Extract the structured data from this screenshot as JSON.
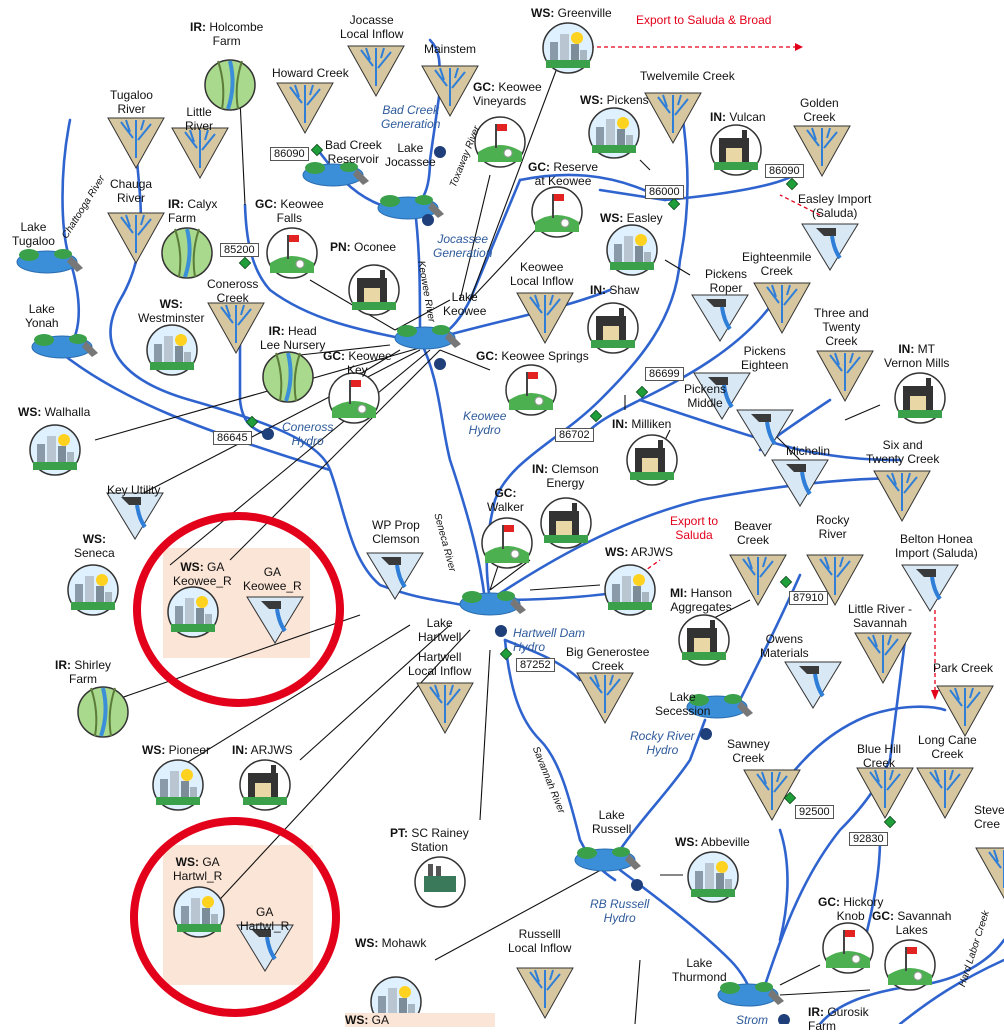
{
  "labels": {
    "ir_holcombe_farm": [
      "IR:",
      " Holcombe\nFarm"
    ],
    "jocasse_local_inflow": "Jocasse\nLocal Inflow",
    "mainstem": "Mainstem",
    "ws_greenville": [
      "WS:",
      " Greenville"
    ],
    "export_saluda_broad": "Export to Saluda & Broad",
    "howard_creek": "Howard Creek",
    "tugaloo_river": "Tugaloo\nRiver",
    "little_river": "Little\nRiver",
    "bad_creek_generation": "Bad Creek\nGeneration",
    "gc_keowee_vineyards": [
      "GC:",
      " Keowee\nVineyards"
    ],
    "ws_pickens": [
      "WS:",
      " Pickens"
    ],
    "twelvemile_creek": "Twelvemile Creek",
    "golden_creek": "Golden\nCreek",
    "in_vulcan": [
      "IN:",
      " Vulcan"
    ],
    "bad_creek_reservoir": "Bad Creek\nReservoir",
    "lake_jocassee": "Lake\nJocassee",
    "chauga_river": "Chauga\nRiver",
    "ir_calyx_farm": [
      "IR:",
      " Calyx\nFarm"
    ],
    "gc_keowee_falls": [
      "GC:",
      " Keowee\nFalls"
    ],
    "gc_reserve_keowee": [
      "GC:",
      " Reserve\nat Keowee"
    ],
    "easley_import": "Easley Import\n(Saluda)",
    "lake_tugaloo": "Lake\nTugaloo",
    "jocassee_generation": "Jocassee\nGeneration",
    "pn_oconee": [
      "PN:",
      " Oconee"
    ],
    "ws_easley": [
      "WS:",
      " Easley"
    ],
    "eighteenmile_creek": "Eighteenmile\nCreek",
    "keowee_local_inflow": "Keowee\nLocal Inflow",
    "coneross_creek": "Coneross\nCreek",
    "pickens_roper": "Pickens\nRoper",
    "lake_yonah": "Lake\nYonah",
    "ws_westminster": [
      "WS:",
      "\nWestminster"
    ],
    "lake_keowee": "Lake\nKeowee",
    "in_shaw": [
      "IN:",
      " Shaw"
    ],
    "three_twenty_creek": "Three and\nTwenty\nCreek",
    "ir_head_lee": [
      "IR:",
      " Head\nLee Nursery"
    ],
    "gc_keowee_key": [
      "GC:",
      " Keowee\nKey"
    ],
    "gc_keowee_springs": [
      "GC:",
      " Keowee Springs"
    ],
    "pickens_eighteen": "Pickens\nEighteen",
    "in_mt_vernon": [
      "IN:",
      " MT\nVernon Mills"
    ],
    "ws_walhalla": [
      "WS:",
      " Walhalla"
    ],
    "pickens_middle": "Pickens\nMiddle",
    "keowee_hydro": "Keowee\nHydro",
    "coneross_hydro": "Coneross\nHydro",
    "in_milliken": [
      "IN:",
      " Milliken"
    ],
    "six_twenty_creek": "Six and\nTwenty Creek",
    "michelin": "Michelin",
    "key_utility": "Key Utility",
    "in_clemson_energy": [
      "IN:",
      " Clemson\nEnergy"
    ],
    "gc_walker": [
      "GC:",
      "\nWalker"
    ],
    "ws_seneca": [
      "WS:",
      "\nSeneca"
    ],
    "wp_prop_clemson": "WP Prop\nClemson",
    "export_saluda": "Export to\nSaluda",
    "beaver_creek": "Beaver\nCreek",
    "rocky_river": "Rocky\nRiver",
    "belton_honea": "Belton Honea\nImport (Saluda)",
    "ws_ga_keowee": [
      "WS:",
      " GA\nKeowee_R"
    ],
    "ga_keowee_r": "GA\nKeowee_R",
    "ws_arjws": [
      "WS:",
      " ARJWS"
    ],
    "mi_hanson": [
      "MI:",
      " Hanson\nAggregates"
    ],
    "little_river_savannah": "Little River -\nSavannah",
    "lake_hartwell": "Lake\nHartwell",
    "hartwell_dam_hydro": "Hartwell Dam\nHydro",
    "owens_materials": "Owens\nMaterials",
    "ir_shirley_farm": [
      "IR:",
      " Shirley\nFarm"
    ],
    "hartwell_local_inflow": "Hartwell\nLocal Inflow",
    "big_generostee": "Big Generostee\nCreek",
    "park_creek": "Park Creek",
    "lake_secession": "Lake\nSecession",
    "ws_pioneer": [
      "WS:",
      " Pioneer"
    ],
    "in_arjws": [
      "IN:",
      " ARJWS"
    ],
    "rocky_river_hydro": "Rocky River\nHydro",
    "sawney_creek": "Sawney\nCreek",
    "blue_hill_creek": "Blue Hill\nCreek",
    "long_cane_creek": "Long Cane\nCreek",
    "steve_creek": "Steve\nCree",
    "pt_sc_rainey": [
      "PT:",
      " SC Rainey\nStation"
    ],
    "lake_russell": "Lake\nRussell",
    "ws_abbeville": [
      "WS:",
      " Abbeville"
    ],
    "ws_ga_hartwl": [
      "WS:",
      " GA\nHartwl_R"
    ],
    "ga_hartwl_r": "GA\nHartwl_R",
    "gc_hickory_knob": [
      "GC:",
      " Hickory\nKnob"
    ],
    "gc_savannah_lakes": [
      "GC:",
      " Savannah\nLakes"
    ],
    "rb_russell_hydro": "RB Russell\nHydro",
    "russell_local_inflow": "Russelll\nLocal Inflow",
    "ws_mohawk": [
      "WS:",
      " Mohawk"
    ],
    "lake_thurmond": "Lake\nThurmond",
    "ir_gurosik": [
      "IR:",
      " Gurosik\nFarm"
    ],
    "ws_ga_bottom": [
      "WS:",
      " GA"
    ],
    "strom": "Strom"
  },
  "rivers": {
    "chattooga": "Chattooga River",
    "toxaway": "Toxaway River",
    "keowee": "Keowee River",
    "seneca": "Seneca River",
    "savannah": "Savannah River",
    "hard_labor": "Hard Labor Creek"
  },
  "gauges": {
    "g86090a": "86090",
    "g86090b": "86090",
    "g86000": "86000",
    "g85200": "85200",
    "g86699": "86699",
    "g86702": "86702",
    "g86645": "86645",
    "g87910": "87910",
    "g87252": "87252",
    "g92500": "92500",
    "g92830": "92830"
  },
  "colors": {
    "river": "#2f64cf",
    "highlight_ring": "#e3001b",
    "highlight_fill": "#fbe5d6",
    "inflow_fill": "#d6c7a0",
    "export_fill": "#d9e8f5",
    "hydro_dot": "#1f3f7a",
    "gauge_node": "#1f9e3a"
  }
}
